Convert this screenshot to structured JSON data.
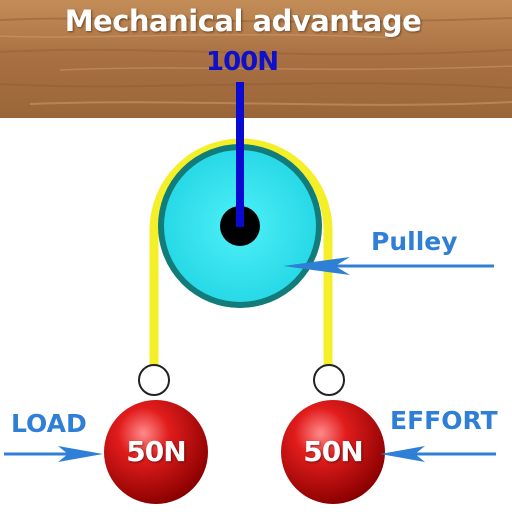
{
  "title": "Mechanical advantage",
  "labels": {
    "top_force": "100N",
    "pulley": "Pulley",
    "load": "LOAD",
    "effort": "EFFORT"
  },
  "weights": {
    "load": "50N",
    "effort": "50N"
  },
  "colors": {
    "ceiling_wood": "#b07a45",
    "rope": "#f5ef2a",
    "pulley_wheel": "#33e6f0",
    "pulley_rim": "#127c7a",
    "axle": "#000000",
    "force_rod": "#0a0ad0",
    "arrows": "#2f7fd6",
    "weights": "#d31010"
  }
}
